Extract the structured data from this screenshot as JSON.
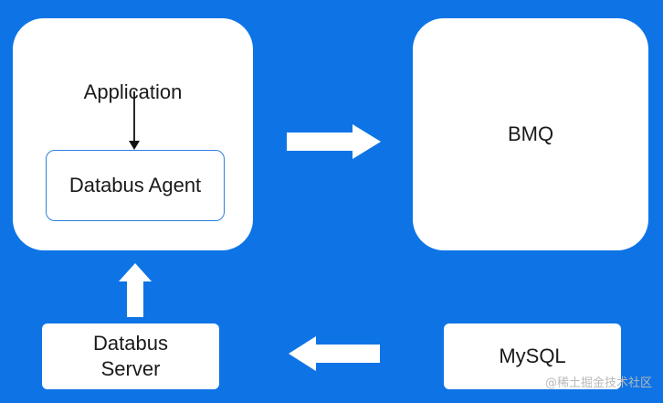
{
  "diagram": {
    "application_label": "Application",
    "agent_label": "Databus Agent",
    "bmq_label": "BMQ",
    "server_label_line1": "Databus",
    "server_label_line2": "Server",
    "mysql_label": "MySQL",
    "watermark": "@稀土掘金技术社区"
  },
  "colors": {
    "background": "#0e74e6",
    "box": "#ffffff",
    "agent_border": "#2f7fdc",
    "text": "#1a1a1a"
  }
}
